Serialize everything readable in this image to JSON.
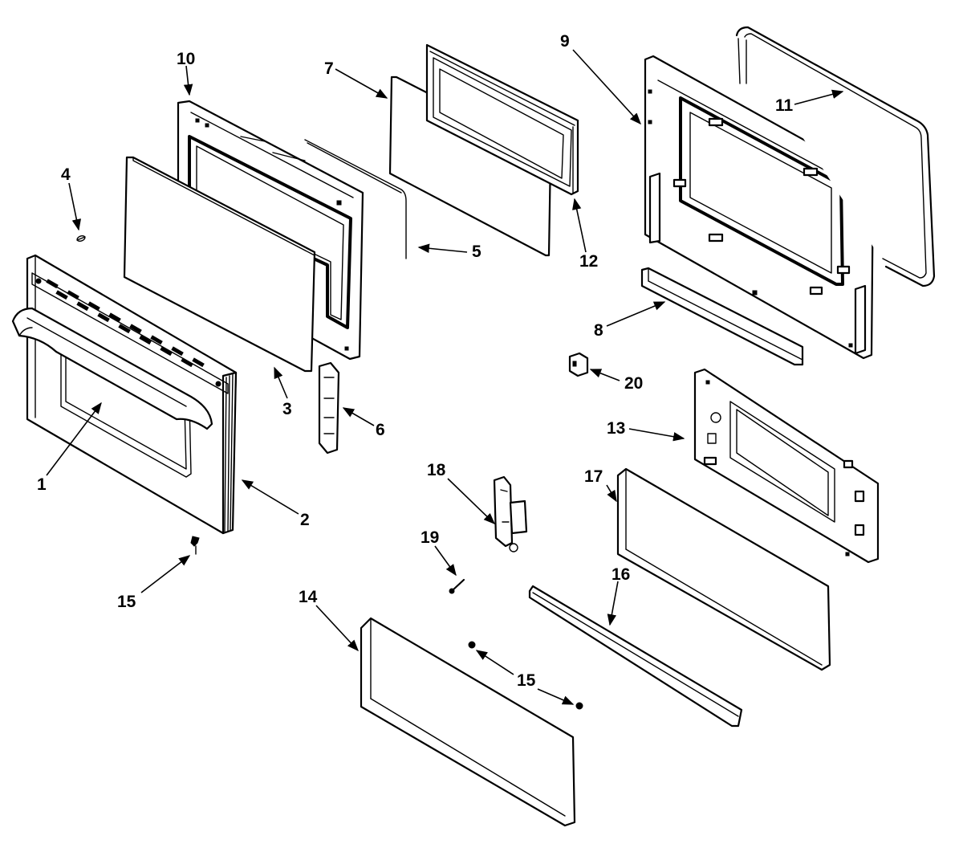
{
  "callouts": {
    "c1": "1",
    "c2": "2",
    "c3": "3",
    "c4": "4",
    "c5": "5",
    "c6": "6",
    "c7": "7",
    "c8": "8",
    "c9": "9",
    "c10": "10",
    "c11": "11",
    "c12": "12",
    "c13": "13",
    "c14": "14",
    "c15a": "15",
    "c15b": "15",
    "c16": "16",
    "c17": "17",
    "c18": "18",
    "c19": "19",
    "c20": "20"
  },
  "colors": {
    "line": "#000000",
    "background": "#ffffff"
  }
}
